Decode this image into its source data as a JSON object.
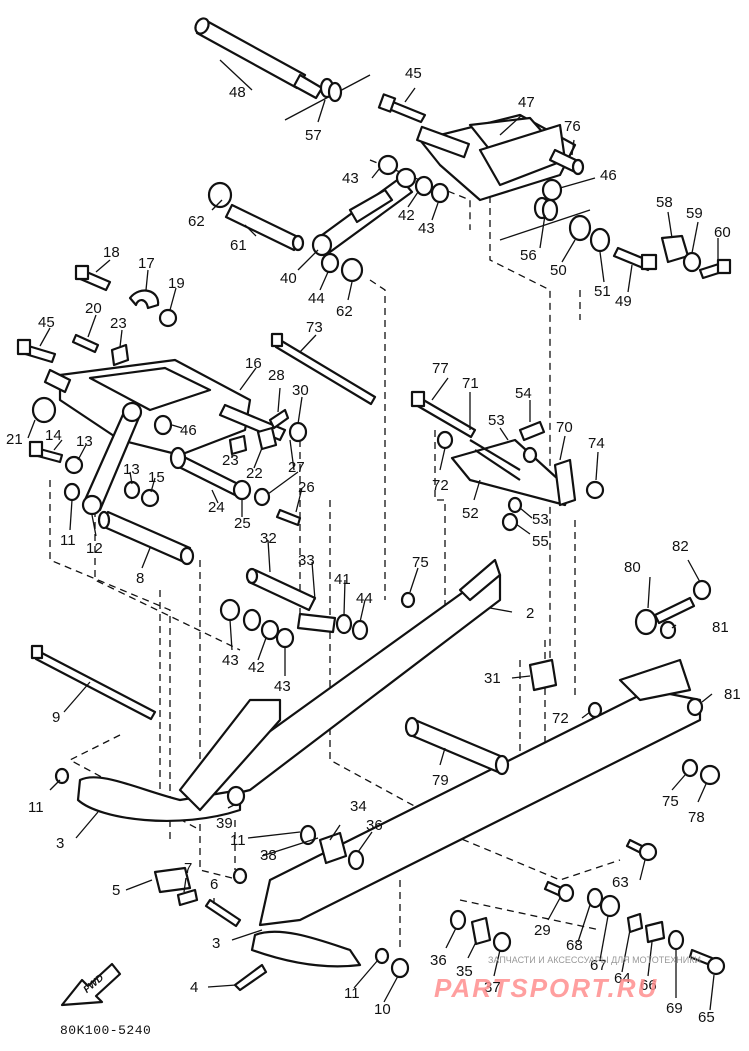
{
  "diagram_code": "80K100-5240",
  "fwd_label": "FWD",
  "watermark": {
    "subtitle": "ЗАПЧАСТИ И АКСЕССУАРЫ ДЛЯ МОТОТЕХНИКИ",
    "brand": "PARTSPORT.RU"
  },
  "callouts": {
    "n2": "2",
    "n3a": "3",
    "n3b": "3",
    "n4": "4",
    "n5": "5",
    "n6": "6",
    "n7": "7",
    "n8": "8",
    "n9": "9",
    "n10": "10",
    "n11a": "11",
    "n11b": "11",
    "n11c": "11",
    "n11d": "11",
    "n12": "12",
    "n13a": "13",
    "n13b": "13",
    "n14": "14",
    "n15": "15",
    "n16": "16",
    "n17": "17",
    "n18": "18",
    "n19": "19",
    "n20": "20",
    "n21": "21",
    "n22": "22",
    "n23a": "23",
    "n23b": "23",
    "n24": "24",
    "n25": "25",
    "n26": "26",
    "n27": "27",
    "n28": "28",
    "n29": "29",
    "n30": "30",
    "n31": "31",
    "n32": "32",
    "n33": "33",
    "n34": "34",
    "n35": "35",
    "n36a": "36",
    "n36b": "36",
    "n37": "37",
    "n38": "38",
    "n39": "39",
    "n40": "40",
    "n41": "41",
    "n42a": "42",
    "n42b": "42",
    "n43a": "43",
    "n43b": "43",
    "n43c": "43",
    "n43d": "43",
    "n44a": "44",
    "n44b": "44",
    "n45a": "45",
    "n45b": "45",
    "n46a": "46",
    "n46b": "46",
    "n47": "47",
    "n48": "48",
    "n49": "49",
    "n50": "50",
    "n51": "51",
    "n52": "52",
    "n53a": "53",
    "n53b": "53",
    "n54": "54",
    "n55": "55",
    "n56": "56",
    "n57": "57",
    "n58": "58",
    "n59": "59",
    "n60": "60",
    "n61": "61",
    "n62a": "62",
    "n62b": "62",
    "n63": "63",
    "n64": "64",
    "n65": "65",
    "n66": "66",
    "n67": "67",
    "n68": "68",
    "n69": "69",
    "n70": "70",
    "n71": "71",
    "n72a": "72",
    "n72b": "72",
    "n73": "73",
    "n74": "74",
    "n75a": "75",
    "n75b": "75",
    "n76": "76",
    "n77": "77",
    "n78": "78",
    "n79": "79",
    "n80": "80",
    "n81a": "81",
    "n81b": "81",
    "n82": "82"
  }
}
